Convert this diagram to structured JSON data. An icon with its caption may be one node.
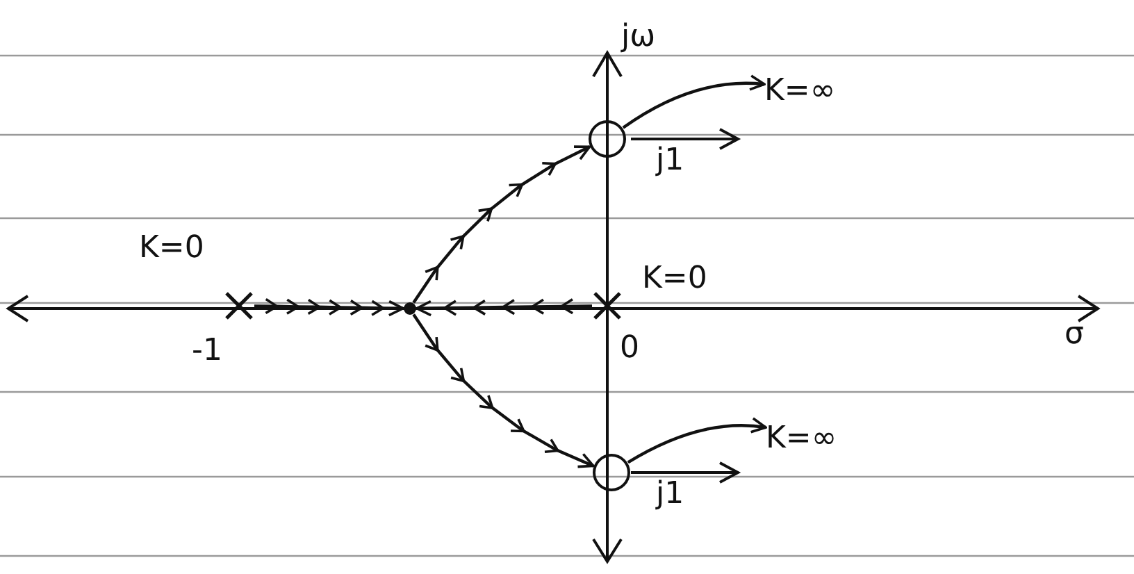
{
  "diagram": {
    "nodes": [
      {
        "text": [],
        "shape": "cross",
        "beside": [
          "K=0",
          "-1"
        ]
      },
      {
        "text": [],
        "shape": "dot"
      },
      {
        "text": [],
        "shape": "cross",
        "beside": [
          "K=0",
          "0"
        ]
      },
      {
        "text": [],
        "shape": "circle",
        "beside": [
          "j1"
        ]
      },
      {
        "text": [
          "K=∞"
        ]
      },
      {
        "text": [],
        "shape": "circle",
        "beside": [
          "j1"
        ]
      },
      {
        "text": [
          "K=∞"
        ]
      }
    ],
    "edges": [
      {
        "from": 0,
        "to": 1,
        "arrow": "to"
      },
      {
        "from": 2,
        "to": 1,
        "arrow": "to"
      },
      {
        "from": 1,
        "to": 3,
        "arrow": "to"
      },
      {
        "from": 1,
        "to": 5,
        "arrow": "to"
      },
      {
        "from": 3,
        "to": 4,
        "arrow": "to"
      },
      {
        "from": 5,
        "to": 6,
        "arrow": "to"
      }
    ],
    "labels": [
      "jω",
      "σ"
    ]
  }
}
